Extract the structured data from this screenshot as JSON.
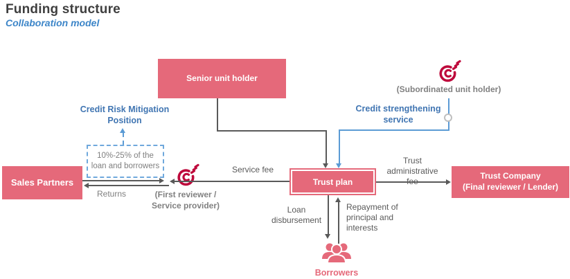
{
  "header": {
    "title": "Funding structure",
    "subtitle": "Collaboration model"
  },
  "nodes": {
    "senior_unit_holder": {
      "label": "Senior unit holder"
    },
    "subordinated_unit_holder": {
      "label": "(Subordinated unit holder)"
    },
    "sales_partners": {
      "label": "Sales Partners"
    },
    "first_reviewer": {
      "label": "(First reviewer /\nService provider)"
    },
    "trust_plan": {
      "label": "Trust plan"
    },
    "trust_company": {
      "label": "Trust Company\n(Final reviewer / Lender)"
    },
    "borrowers": {
      "label": "Borrowers"
    }
  },
  "annotations": {
    "credit_risk_mitigation": "Credit Risk Mitigation\nPosition",
    "mitigation_note": "10%-25% of the\nloan and borrowers",
    "credit_strengthening": "Credit strengthening\nservice"
  },
  "edge_labels": {
    "service_fee": "Service fee",
    "returns": "Returns",
    "trust_admin_fee": "Trust administrative\nfee",
    "loan_disbursement": "Loan\ndisbursement",
    "repayment": "Repayment of\nprincipal and\ninterests"
  },
  "colors": {
    "node_pink": "#e5697a",
    "logo_crimson": "#be0a3c",
    "heading_blue": "#3c85c8",
    "label_blue": "#4075b2",
    "connector_blue": "#5b9bd5",
    "connector_dark": "#595959",
    "note_gray": "#7f7f7f"
  }
}
